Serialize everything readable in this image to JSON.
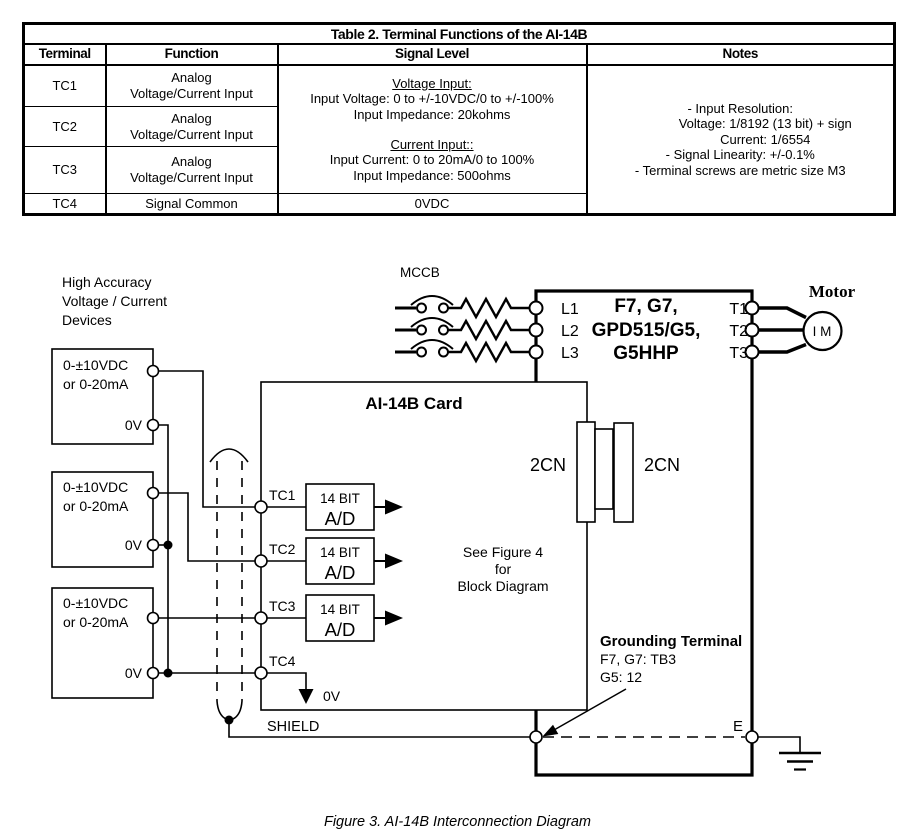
{
  "table": {
    "title": "Table 2. Terminal Functions of the AI-14B",
    "headers": [
      "Terminal",
      "Function",
      "Signal Level",
      "Notes"
    ],
    "rows": [
      {
        "terminal": "TC1",
        "func1": "Analog",
        "func2": "Voltage/Current Input"
      },
      {
        "terminal": "TC2",
        "func1": "Analog",
        "func2": "Voltage/Current Input"
      },
      {
        "terminal": "TC3",
        "func1": "Analog",
        "func2": "Voltage/Current Input"
      },
      {
        "terminal": "TC4",
        "func1": "Signal Common"
      }
    ],
    "signal": {
      "voltage_heading": "Voltage Input:",
      "voltage_l1": "Input Voltage: 0 to +/-10VDC/0 to +/-100%",
      "voltage_l2": "Input Impedance: 20kohms",
      "current_heading": "Current Input::",
      "current_l1": "Input Current: 0 to 20mA/0 to 100%",
      "current_l2": "Input Impedance: 500ohms",
      "tc4": "0VDC"
    },
    "notes": {
      "l1": "- Input Resolution:",
      "l2": "Voltage: 1/8192 (13 bit) + sign",
      "l3": "Current: 1/6554",
      "l4": "- Signal Linearity: +/-0.1%",
      "l5": "- Terminal screws are metric size M3"
    }
  },
  "diagram": {
    "source_label": {
      "l1": "High Accuracy",
      "l2": "Voltage / Current",
      "l3": "Devices"
    },
    "device": {
      "l1": "0-±10VDC",
      "l2": "or 0-20mA"
    },
    "zero_v": "0V",
    "mccb": "MCCB",
    "l_labels": [
      "L1",
      "L2",
      "L3"
    ],
    "t_labels": [
      "T1",
      "T2",
      "T3"
    ],
    "drive": {
      "l1": "F7, G7,",
      "l2": "GPD515/G5,",
      "l3": "G5HHP"
    },
    "motor_label": "Motor",
    "motor_text": "I M",
    "card_title": "AI-14B Card",
    "cn_left": "2CN",
    "cn_right": "2CN",
    "tc_labels": [
      "TC1",
      "TC2",
      "TC3",
      "TC4"
    ],
    "ad": {
      "l1": "14 BIT",
      "l2": "A/D"
    },
    "see_figure": {
      "l1": "See Figure 4",
      "l2": "for",
      "l3": "Block Diagram"
    },
    "grounding": {
      "l1": "Grounding Terminal",
      "l2": "F7, G7: TB3",
      "l3": "G5: 12"
    },
    "shield": "SHIELD",
    "e_label": "E"
  },
  "caption": "Figure 3. AI-14B Interconnection Diagram",
  "colors": {
    "ink": "#000000",
    "paper": "#ffffff"
  }
}
